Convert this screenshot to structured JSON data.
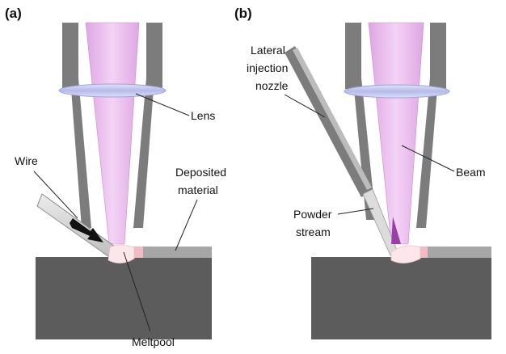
{
  "panels": [
    {
      "label": "(a)",
      "callouts": {
        "lens": "Lens",
        "wire": "Wire",
        "deposited_line1": "Deposited",
        "deposited_line2": "material",
        "meltpool": "Meltpool"
      }
    },
    {
      "label": "(b)",
      "callouts": {
        "nozzle_line1": "Lateral",
        "nozzle_line2": "injection",
        "nozzle_line3": "nozzle",
        "beam": "Beam",
        "powder_line1": "Powder",
        "powder_line2": "stream"
      }
    }
  ],
  "colors": {
    "beam": "#e9b8ec",
    "beam_edge": "#c98bd0",
    "lens": "#c5c9ee",
    "nozzle": "#7c7c7c",
    "substrate": "#5c5c5c",
    "deposit": "#a6a6a6",
    "wire": "#d6d6d6",
    "meltpool": "#fbe7ea",
    "powder": "#dcdcdc",
    "powder_focus": "#9b3fa8"
  },
  "icons": {
    "feed_arrow": "black-arrow-right"
  }
}
